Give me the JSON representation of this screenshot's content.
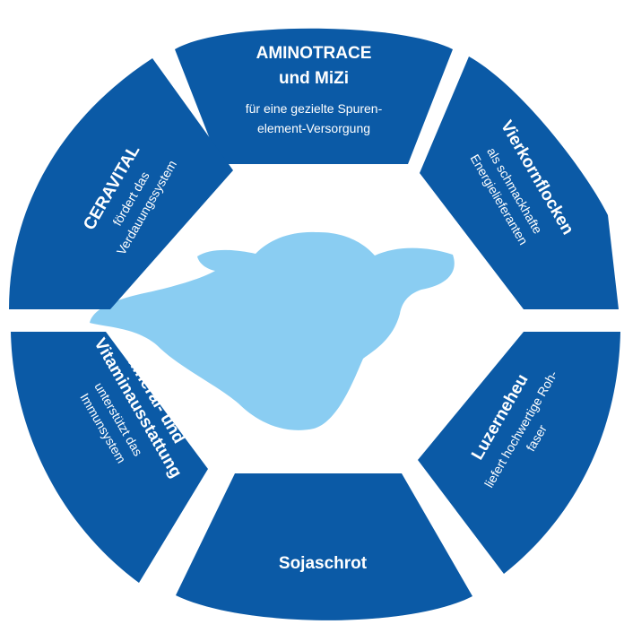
{
  "segments": {
    "top": {
      "title_line1": "AMINOTRACE",
      "title_line2": "und MiZi",
      "sub_line1": "für eine gezielte Spuren-",
      "sub_line2": "element-Versorgung"
    },
    "upper_right": {
      "title": "Vierkornflocken",
      "sub_line1": "als schmackhafte",
      "sub_line2": "Energielieferanten"
    },
    "lower_right": {
      "title": "Luzerneheu",
      "sub_line1": "liefert hochwertige Roh-",
      "sub_line2": "faser"
    },
    "bottom": {
      "title": "Sojaschrot"
    },
    "lower_left": {
      "title_line1": "Mineral- und",
      "title_line2": "Vitaminausstattung",
      "sub_line1": "unterstützt das",
      "sub_line2": "Immunsystem"
    },
    "upper_left": {
      "title": "CERAVITAL",
      "sub_line1": "fördert das",
      "sub_line2": "Verdauungssystem"
    }
  },
  "colors": {
    "segment": "#0b5aa6",
    "cow": "#8acdf2",
    "text": "#ffffff"
  },
  "center_icon": "cow-head-silhouette"
}
